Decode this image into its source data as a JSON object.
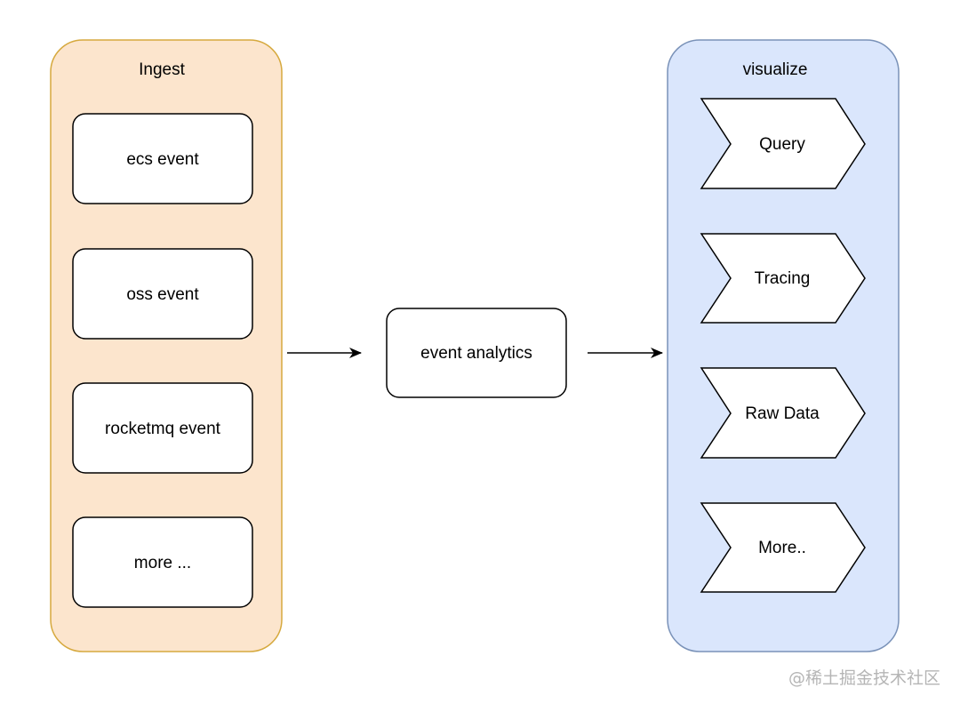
{
  "diagram": {
    "ingest": {
      "title": "Ingest",
      "fill": "#fce5cd",
      "stroke": "#d6a93e",
      "items": [
        "ecs event",
        "oss event",
        "rocketmq event",
        "more ..."
      ]
    },
    "center": {
      "label": "event analytics"
    },
    "visualize": {
      "title": "visualize",
      "fill": "#dae6fc",
      "stroke": "#7a92b8",
      "items": [
        "Query",
        "Tracing",
        "Raw Data",
        "More.."
      ]
    }
  },
  "watermark": "@稀土掘金技术社区"
}
